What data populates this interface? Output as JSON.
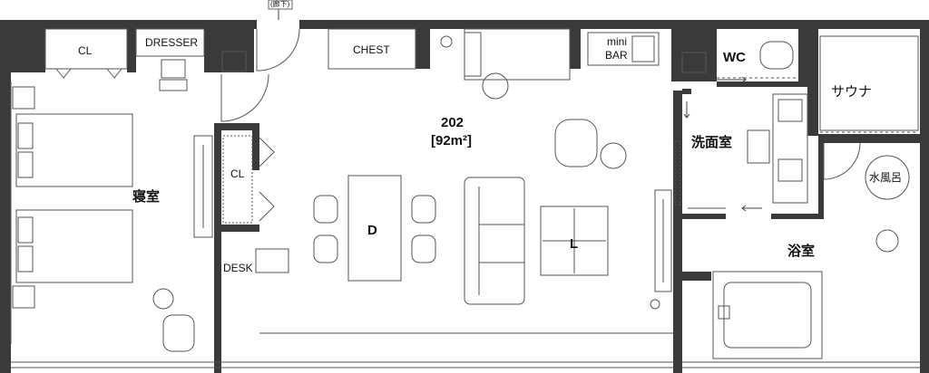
{
  "unit": {
    "number": "202",
    "area": "[92m²]"
  },
  "corridor": "(廊下)",
  "rooms": {
    "bedroom": "寝室",
    "dining": "D",
    "living": "L",
    "washroom": "洗面室",
    "wc": "WC",
    "sauna": "サウナ",
    "bathroom": "浴室",
    "cold_bath": "水風呂"
  },
  "furniture": {
    "closet_bedroom": "CL",
    "dresser": "DRESSER",
    "chest": "CHEST",
    "minibar_line1": "mini",
    "minibar_line2": "BAR",
    "closet_hall": "CL",
    "desk": "DESK"
  }
}
